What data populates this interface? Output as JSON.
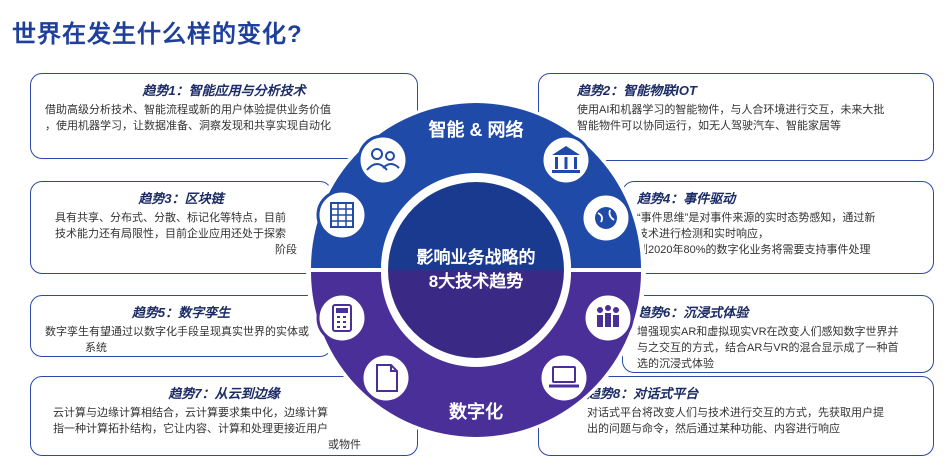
{
  "page_title": "世界在发生什么样的变化?",
  "center": {
    "line1": "影响业务战略的",
    "line2": "8大技术趋势"
  },
  "ring": {
    "top_label": "智能 & 网络",
    "bottom_label": "数字化"
  },
  "colors": {
    "top_ring": "#1f4aa8",
    "bottom_ring": "#4b2f98",
    "center_top": "#1a3a8f",
    "center_bottom": "#3a2a85",
    "card_border": "#2c49a6",
    "title": "#1e3f9a"
  },
  "icons": {
    "t1": "users-icon",
    "t2": "bank-icon",
    "t3": "ledger-icon",
    "t4": "globe-icon",
    "t5": "calculator-icon",
    "t6": "crowd-icon",
    "t7": "document-icon",
    "t8": "laptop-icon"
  },
  "trends": {
    "t1": {
      "title": "趋势1：智能应用与分析技术",
      "lines": [
        "借助高级分析技术、智能流程或新的用户体验提供业务价值",
        "，使用机器学习，让数据准备、洞察发现和共享实现自动化"
      ]
    },
    "t2": {
      "title": "趋势2：智能物联IOT",
      "lines": [
        "使用AI和机器学习的智能物件，与人合环境进行交互，未来大批",
        "智能物件可以协同运行，如无人驾驶汽车、智能家居等"
      ]
    },
    "t3": {
      "title": "趋势3：区块链",
      "lines": [
        "具有共享、分布式、分散、标记化等特点，目前",
        "技术能力还有局限性，目前企业应用还处于探索",
        "阶段"
      ]
    },
    "t4": {
      "title": "趋势4：事件驱动",
      "lines": [
        "“事件思维”是对事件来源的实时态势感知，通过新",
        "技术进行检测和实时响应，",
        "到2020年80%的数字化业务将需要支持事件处理"
      ]
    },
    "t5": {
      "title": "趋势5：数字孪生",
      "lines": [
        "数字孪生有望通过以数字化手段呈现真实世界的实体或",
        "系统"
      ]
    },
    "t6": {
      "title": "趋势6：沉浸式体验",
      "lines": [
        "增强现实AR和虚拟现实VR在改变人们感知数字世界并",
        "与之交互的方式，结合AR与VR的混合显示成了一种首",
        "选的沉浸式体验"
      ]
    },
    "t7": {
      "title": "趋势7：从云到边缘",
      "lines": [
        "云计算与边缘计算相结合，云计算要求集中化，边缘计算",
        "指一种计算拓扑结构，它让内容、计算和处理更接近用户",
        "或物件"
      ]
    },
    "t8": {
      "title": "趋势8：对话式平台",
      "lines": [
        "对话式平台将改变人们与技术进行交互的方式，先获取用户提",
        "出的问题与命令，然后通过某种功能、内容进行响应"
      ]
    }
  }
}
